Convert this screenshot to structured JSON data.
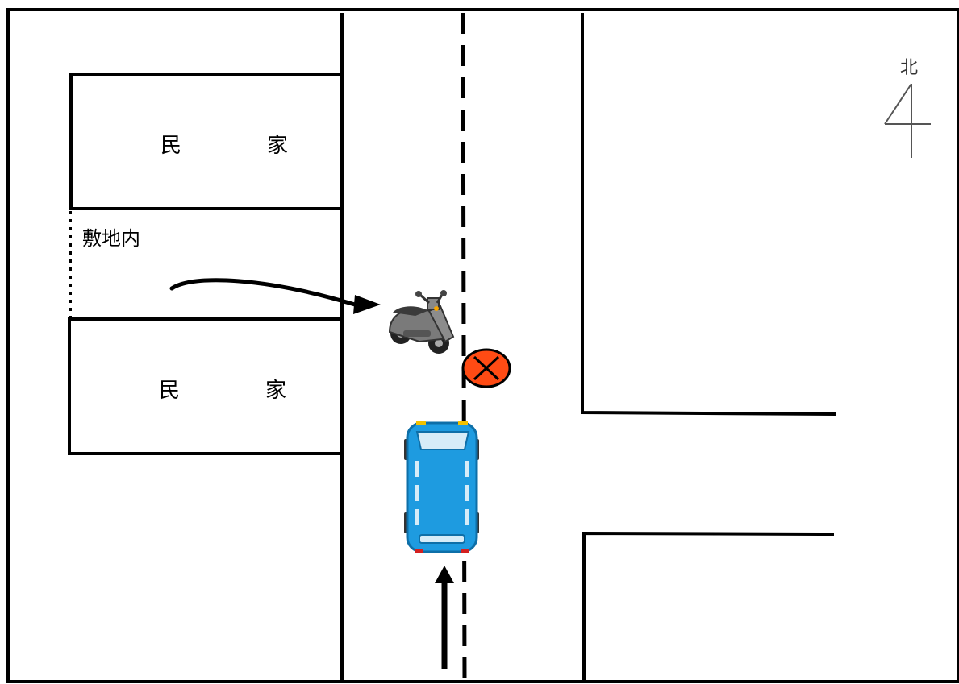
{
  "houses": [
    {
      "label": "民　家"
    },
    {
      "label": "民　家"
    }
  ],
  "lot": {
    "label": "敷地内"
  },
  "compass": {
    "label": "北"
  },
  "colors": {
    "line": "#000000",
    "car_body": "#1e9be0",
    "car_dark": "#0e6fa8",
    "scooter": "#7a7a7a",
    "impact_mark": "#ff4b14"
  }
}
